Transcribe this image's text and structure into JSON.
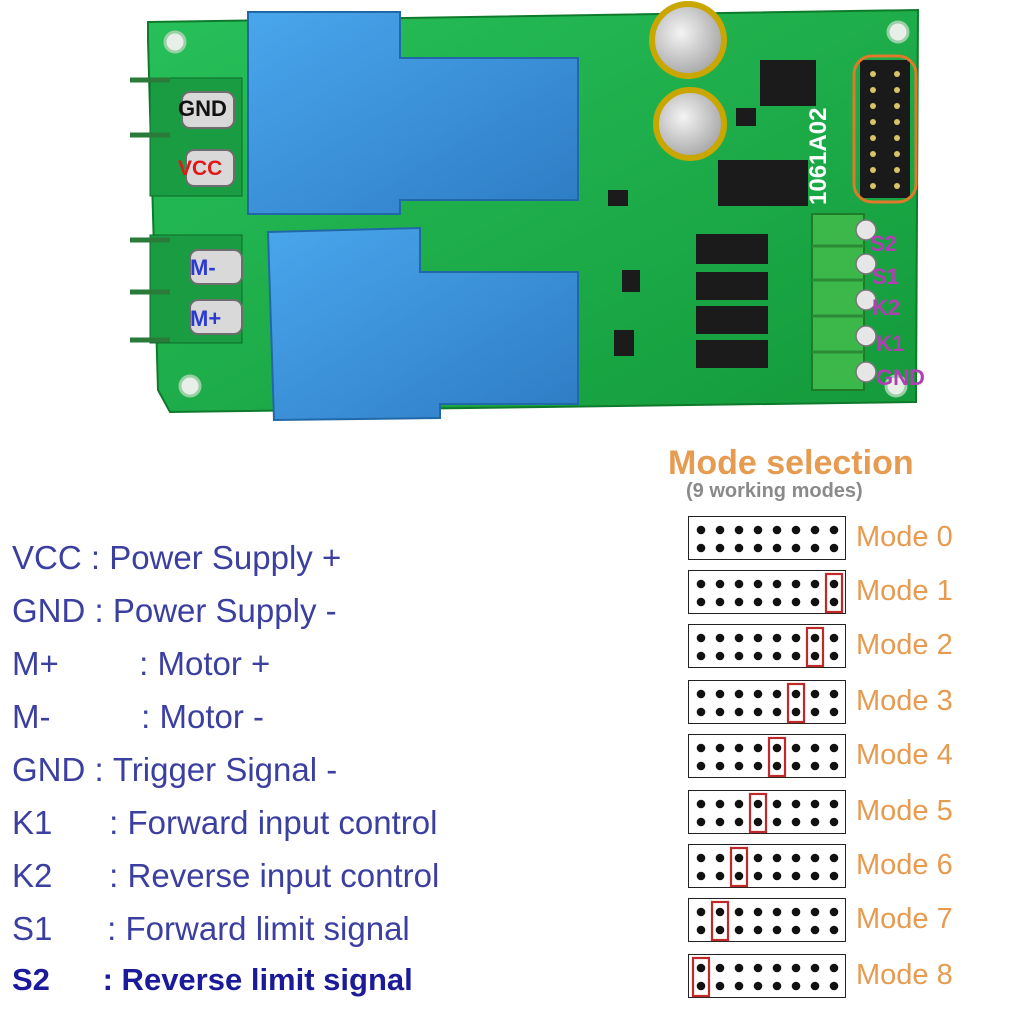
{
  "board": {
    "labels": {
      "gnd_top": "GND",
      "vcc": "VCC",
      "m_minus": "M-",
      "m_plus": "M+",
      "s2": "S2",
      "s1": "S1",
      "k2": "K2",
      "k1": "K1",
      "gnd_right": "GND"
    },
    "silkscreen": {
      "model": "1061A02",
      "terminal_left_top": "GND VCC",
      "terminal_left_bottom": "M- M+"
    },
    "colors": {
      "pcb": "#1fb24a",
      "relay": "#3b8fd8",
      "terminal_green": "#3cb84a"
    }
  },
  "legend": {
    "items": [
      {
        "key": "VCC :",
        "desc": "Power Supply +"
      },
      {
        "key": "GND :",
        "desc": "Power Supply -"
      },
      {
        "key": "M+",
        "desc": ": Motor +"
      },
      {
        "key": "M-",
        "desc": ": Motor -"
      },
      {
        "key": "GND :",
        "desc": "Trigger Signal -"
      },
      {
        "key": "K1",
        "desc": ":  Forward input control"
      },
      {
        "key": "K2",
        "desc": ":  Reverse input control"
      },
      {
        "key": "S1",
        "desc": ": Forward limit signal"
      },
      {
        "key": "S2",
        "desc": ": Reverse limit signal"
      }
    ]
  },
  "mode_selection": {
    "title": "Mode selection",
    "subtitle": "(9 working modes)",
    "accent_color": "#e69b50",
    "modes": [
      {
        "label": "Mode 0",
        "jumper_column": null
      },
      {
        "label": "Mode 1",
        "jumper_column": 8
      },
      {
        "label": "Mode 2",
        "jumper_column": 7
      },
      {
        "label": "Mode 3",
        "jumper_column": 6
      },
      {
        "label": "Mode 4",
        "jumper_column": 5
      },
      {
        "label": "Mode 5",
        "jumper_column": 4
      },
      {
        "label": "Mode 6",
        "jumper_column": 3
      },
      {
        "label": "Mode 7",
        "jumper_column": 2
      },
      {
        "label": "Mode 8",
        "jumper_column": 1
      }
    ]
  }
}
